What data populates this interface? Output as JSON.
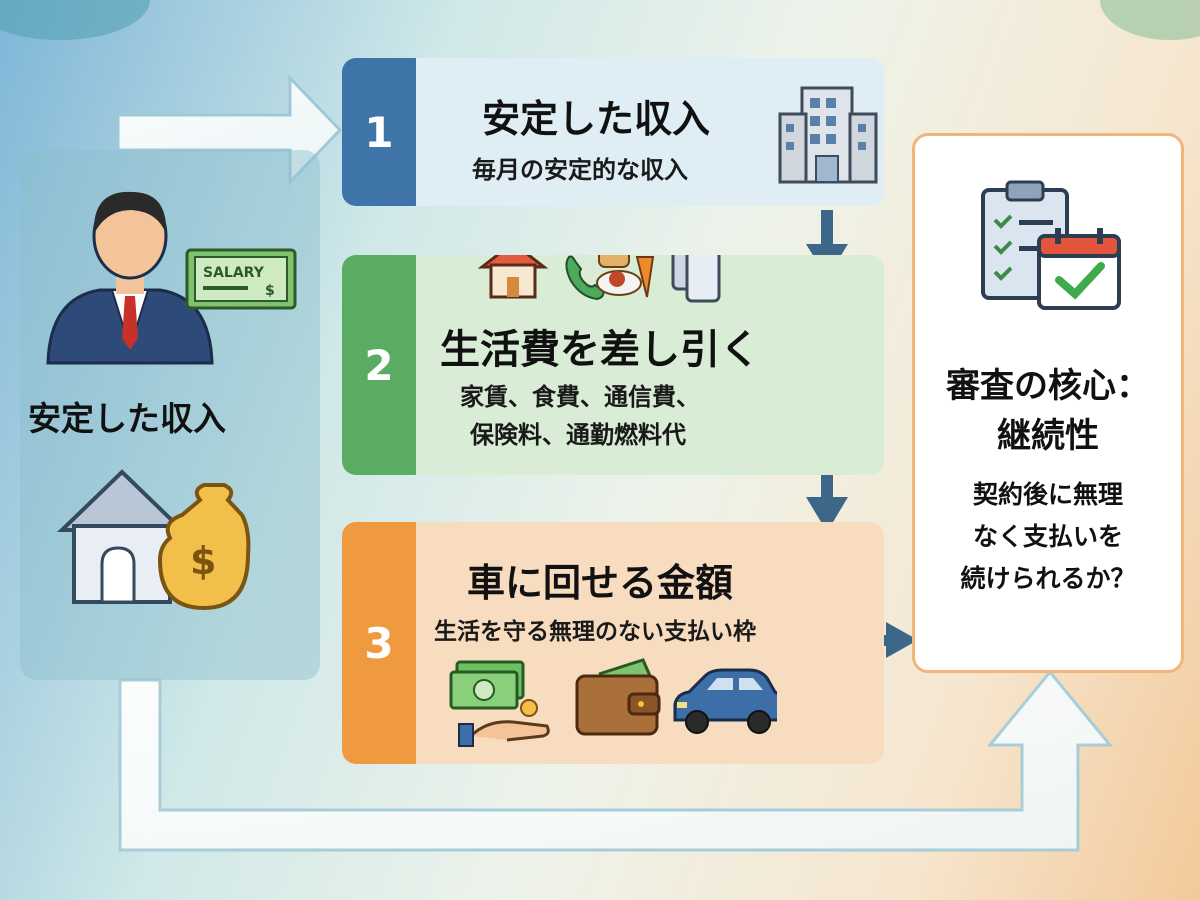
{
  "left": {
    "label": "安定した収入",
    "salary_note": "SALARY",
    "salary_symbol": "$",
    "moneybag_symbol": "$"
  },
  "steps": [
    {
      "number": "1",
      "title": "安定した収入",
      "subtitle": "毎月の安定的な収入"
    },
    {
      "number": "2",
      "title": "生活費を差し引く",
      "subtitle_line1": "家賃、食費、通信費、",
      "subtitle_line2": "保険料、通勤燃料代"
    },
    {
      "number": "3",
      "title": "車に回せる金額",
      "subtitle": "生活を守る無理のない支払い枠"
    }
  ],
  "result": {
    "title_line1": "審査の核心：",
    "title_line2": "継続性",
    "body_line1": "契約後に無理",
    "body_line2": "なく支払いを",
    "body_line3": "続けられるか？"
  },
  "icons": {
    "person": "businessman-icon",
    "salary": "salary-bill-icon",
    "house_money": "house-moneybag-icon",
    "building": "office-building-icon",
    "expenses": [
      "house-icon",
      "phone-icon",
      "food-icon",
      "smartphone-icon"
    ],
    "minus": "minus-circle-icon",
    "money": [
      "cash-hand-icon",
      "wallet-icon",
      "car-icon"
    ],
    "checklist": "clipboard-calendar-check-icon"
  },
  "colors": {
    "step1": "#3e74a8",
    "step2": "#5aac62",
    "step3": "#ef9a3f",
    "arrow": "#3d6788",
    "card_border": "#f0b578"
  }
}
